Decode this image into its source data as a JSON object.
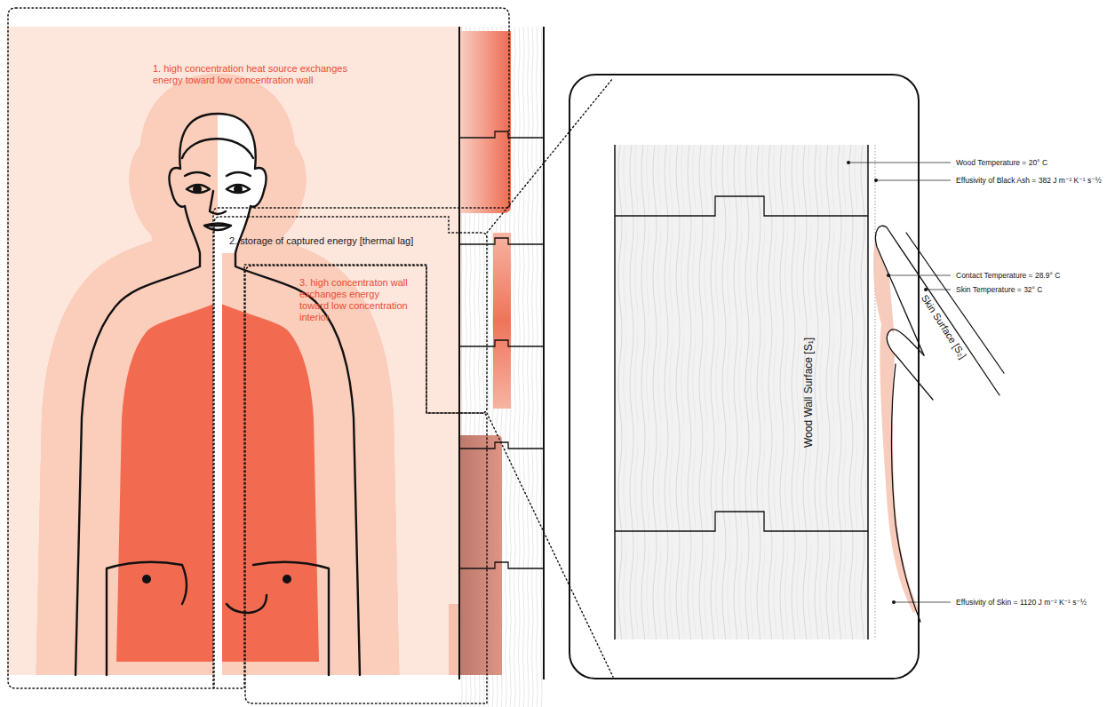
{
  "diagram": {
    "nodes": [
      {
        "text": [
          "1. high concentration heat source exchanges energy toward low concentration wall"
        ]
      },
      {
        "text": [
          "2. storage of captured energy [thermal lag]"
        ]
      },
      {
        "text": [
          "3. high concentraton wall exchanges energy toward low concentration interior"
        ]
      },
      {
        "text": [
          "Wood Wall Surface [S₁]"
        ]
      }
    ],
    "labels": [
      "Wood Temperature = 20° C",
      "Effusivity of Black Ash = 382 J m⁻² K⁻¹ s⁻½",
      "Contact Temperature = 28.9° C",
      "Skin Temperature = 32° C",
      "Skin Surface [S₂]",
      "Effusivity of Skin = 1120 J m⁻² K⁻¹ s⁻½"
    ]
  }
}
